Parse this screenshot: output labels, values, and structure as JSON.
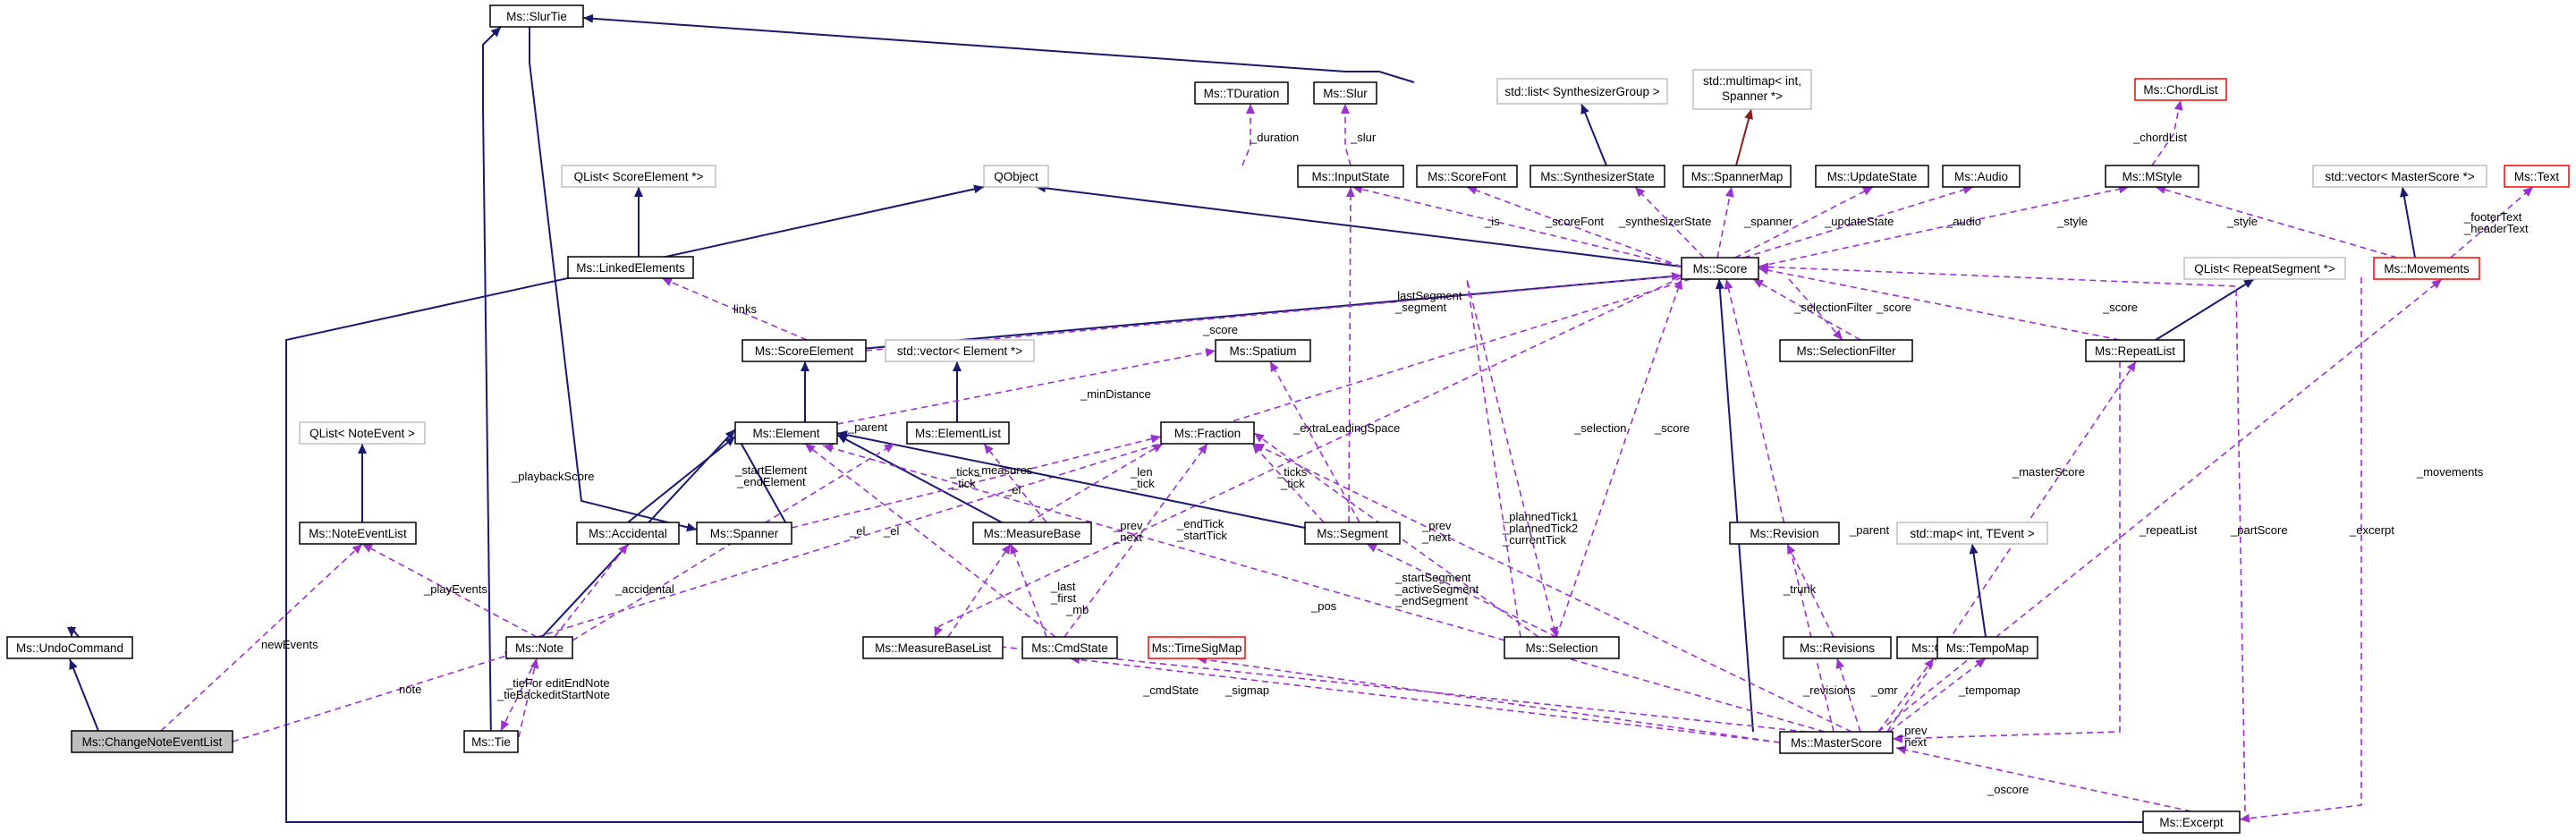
{
  "diagram": {
    "title": "",
    "colors": {
      "inheritance": "#191970",
      "usage": "#9a32cd",
      "template": "#8b1a1a",
      "node_border_default": "#000000",
      "node_border_gray": "#bfbfbf",
      "node_border_red": "#ff0000",
      "node_fill_focus": "#bfbfbf"
    },
    "nodes": [
      {
        "id": "change",
        "label": "Ms::ChangeNoteEventList",
        "style": "focus"
      },
      {
        "id": "undo",
        "label": "Ms::UndoCommand",
        "style": "normal"
      },
      {
        "id": "slurtie",
        "label": "Ms::SlurTie",
        "style": "normal"
      },
      {
        "id": "tduration",
        "label": "Ms::TDuration",
        "style": "normal"
      },
      {
        "id": "slur",
        "label": "Ms::Slur",
        "style": "normal"
      },
      {
        "id": "stdlistsynth",
        "label": "std::list< SynthesizerGroup >",
        "style": "gray"
      },
      {
        "id": "multimap",
        "label": "std::multimap< int,",
        "label2": "Spanner *>",
        "style": "gray"
      },
      {
        "id": "chordlist",
        "label": "Ms::ChordList",
        "style": "red"
      },
      {
        "id": "qlistscore",
        "label": "QList< ScoreElement *>",
        "style": "gray"
      },
      {
        "id": "qobject",
        "label": "QObject",
        "style": "gray"
      },
      {
        "id": "inputstate",
        "label": "Ms::InputState",
        "style": "normal"
      },
      {
        "id": "scorefont",
        "label": "Ms::ScoreFont",
        "style": "normal"
      },
      {
        "id": "synthstate",
        "label": "Ms::SynthesizerState",
        "style": "normal"
      },
      {
        "id": "spannermap",
        "label": "Ms::SpannerMap",
        "style": "normal"
      },
      {
        "id": "updatestate",
        "label": "Ms::UpdateState",
        "style": "normal"
      },
      {
        "id": "audio",
        "label": "Ms::Audio",
        "style": "normal"
      },
      {
        "id": "mstyle",
        "label": "Ms::MStyle",
        "style": "normal"
      },
      {
        "id": "stdvecmaster",
        "label": "std::vector< MasterScore *>",
        "style": "gray"
      },
      {
        "id": "text",
        "label": "Ms::Text",
        "style": "red"
      },
      {
        "id": "linked",
        "label": "Ms::LinkedElements",
        "style": "normal"
      },
      {
        "id": "score",
        "label": "Ms::Score",
        "style": "normal"
      },
      {
        "id": "movements",
        "label": "Ms::Movements",
        "style": "red"
      },
      {
        "id": "scoreelement",
        "label": "Ms::ScoreElement",
        "style": "normal"
      },
      {
        "id": "stdvecelem",
        "label": "std::vector< Element *>",
        "style": "gray"
      },
      {
        "id": "spatium",
        "label": "Ms::Spatium",
        "style": "normal"
      },
      {
        "id": "selfilter",
        "label": "Ms::SelectionFilter",
        "style": "normal"
      },
      {
        "id": "qlistrepeat",
        "label": "QList< RepeatSegment *>",
        "style": "gray"
      },
      {
        "id": "repeatlist",
        "label": "Ms::RepeatList",
        "style": "normal"
      },
      {
        "id": "qlistnote",
        "label": "QList< NoteEvent >",
        "style": "gray"
      },
      {
        "id": "element",
        "label": "Ms::Element",
        "style": "normal"
      },
      {
        "id": "elementlist",
        "label": "Ms::ElementList",
        "style": "normal"
      },
      {
        "id": "fraction",
        "label": "Ms::Fraction",
        "style": "normal"
      },
      {
        "id": "noteevent",
        "label": "Ms::NoteEventList",
        "style": "normal"
      },
      {
        "id": "accidental",
        "label": "Ms::Accidental",
        "style": "normal"
      },
      {
        "id": "spanner",
        "label": "Ms::Spanner",
        "style": "normal"
      },
      {
        "id": "measurebase",
        "label": "Ms::MeasureBase",
        "style": "normal"
      },
      {
        "id": "segment",
        "label": "Ms::Segment",
        "style": "normal"
      },
      {
        "id": "revision",
        "label": "Ms::Revision",
        "style": "normal"
      },
      {
        "id": "stdmaptempo",
        "label": "std::map< int, TEvent >",
        "style": "gray"
      },
      {
        "id": "note",
        "label": "Ms::Note",
        "style": "normal"
      },
      {
        "id": "mblist",
        "label": "Ms::MeasureBaseList",
        "style": "normal"
      },
      {
        "id": "cmdstate",
        "label": "Ms::CmdState",
        "style": "normal"
      },
      {
        "id": "timesig",
        "label": "Ms::TimeSigMap",
        "style": "red"
      },
      {
        "id": "selection",
        "label": "Ms::Selection",
        "style": "normal"
      },
      {
        "id": "revisions",
        "label": "Ms::Revisions",
        "style": "normal"
      },
      {
        "id": "omr",
        "label": "Ms::Omr",
        "style": "normal"
      },
      {
        "id": "tempomap",
        "label": "Ms::TempoMap",
        "style": "normal"
      },
      {
        "id": "tie",
        "label": "Ms::Tie",
        "style": "normal"
      },
      {
        "id": "masterscore",
        "label": "Ms::MasterScore",
        "style": "normal"
      },
      {
        "id": "excerpt",
        "label": "Ms::Excerpt",
        "style": "normal"
      }
    ],
    "edge_labels": [
      {
        "id": "l-duration",
        "text": "_duration"
      },
      {
        "id": "l-slur",
        "text": "_slur"
      },
      {
        "id": "l-chordlist",
        "text": "_chordList"
      },
      {
        "id": "l-is",
        "text": "_is"
      },
      {
        "id": "l-scorefont",
        "text": "_scoreFont"
      },
      {
        "id": "l-synthstate",
        "text": "_synthesizerState"
      },
      {
        "id": "l-spanner",
        "text": "_spanner"
      },
      {
        "id": "l-updatestate",
        "text": "_updateState"
      },
      {
        "id": "l-audio",
        "text": "_audio"
      },
      {
        "id": "l-style1",
        "text": "_style"
      },
      {
        "id": "l-style2",
        "text": "_style"
      },
      {
        "id": "l-footer",
        "text": "_footerText"
      },
      {
        "id": "l-header",
        "text": "_headerText"
      },
      {
        "id": "l-links",
        "text": "links"
      },
      {
        "id": "l-score1",
        "text": "_score"
      },
      {
        "id": "l-laseg",
        "text": "_lastSegment"
      },
      {
        "id": "l-seg",
        "text": "_segment"
      },
      {
        "id": "l-selfilter",
        "text": "_selectionFilter"
      },
      {
        "id": "l-score2",
        "text": "_score"
      },
      {
        "id": "l-score3",
        "text": "_score"
      },
      {
        "id": "l-mindist",
        "text": "_minDistance"
      },
      {
        "id": "l-parent",
        "text": "_parent"
      },
      {
        "id": "l-measures",
        "text": "_measures"
      },
      {
        "id": "l-playback",
        "text": "_playbackScore"
      },
      {
        "id": "l-startel",
        "text": "_startElement"
      },
      {
        "id": "l-endel",
        "text": "_endElement"
      },
      {
        "id": "l-ticks1",
        "text": "_ticks"
      },
      {
        "id": "l-tick1",
        "text": "_tick"
      },
      {
        "id": "l-el1",
        "text": "_el"
      },
      {
        "id": "l-len",
        "text": "_len"
      },
      {
        "id": "l-tick2",
        "text": "_tick"
      },
      {
        "id": "l-extra",
        "text": "_extraLeadingSpace"
      },
      {
        "id": "l-ticks2",
        "text": "_ticks"
      },
      {
        "id": "l-tick3",
        "text": "_tick"
      },
      {
        "id": "l-selection",
        "text": "_selection"
      },
      {
        "id": "l-score4",
        "text": "_score"
      },
      {
        "id": "l-master",
        "text": "_masterScore"
      },
      {
        "id": "l-movements",
        "text": "_movements"
      },
      {
        "id": "l-prev1",
        "text": "_prev"
      },
      {
        "id": "l-next1",
        "text": "_next"
      },
      {
        "id": "l-prev2",
        "text": "_prev"
      },
      {
        "id": "l-next2",
        "text": "_next"
      },
      {
        "id": "l-pt1",
        "text": "_plannedTick1"
      },
      {
        "id": "l-pt2",
        "text": "_plannedTick2"
      },
      {
        "id": "l-ct",
        "text": "_currentTick"
      },
      {
        "id": "l-parent2",
        "text": "_parent"
      },
      {
        "id": "l-endtick",
        "text": "_endTick"
      },
      {
        "id": "l-starttick",
        "text": "_startTick"
      },
      {
        "id": "l-el2",
        "text": "_el"
      },
      {
        "id": "l-el3",
        "text": "_el"
      },
      {
        "id": "l-repeatlist",
        "text": "_repeatList"
      },
      {
        "id": "l-partscore",
        "text": "_partScore"
      },
      {
        "id": "l-excerpt",
        "text": "_excerpt"
      },
      {
        "id": "l-playevents",
        "text": "_playEvents"
      },
      {
        "id": "l-accidental",
        "text": "_accidental"
      },
      {
        "id": "l-last",
        "text": "_last"
      },
      {
        "id": "l-first",
        "text": "_first"
      },
      {
        "id": "l-mb",
        "text": "_mb"
      },
      {
        "id": "l-pos",
        "text": "_pos"
      },
      {
        "id": "l-startseg",
        "text": "_startSegment"
      },
      {
        "id": "l-actseg",
        "text": "_activeSegment"
      },
      {
        "id": "l-endseg",
        "text": "_endSegment"
      },
      {
        "id": "l-trunk",
        "text": "_trunk"
      },
      {
        "id": "l-newevents",
        "text": "newEvents"
      },
      {
        "id": "l-note",
        "text": "note"
      },
      {
        "id": "l-tiefor",
        "text": "_tieFor"
      },
      {
        "id": "l-tieback",
        "text": "_tieBack"
      },
      {
        "id": "l-editend",
        "text": "editEndNote"
      },
      {
        "id": "l-editstart",
        "text": "editStartNote"
      },
      {
        "id": "l-cmdstate",
        "text": "_cmdState"
      },
      {
        "id": "l-sigmap",
        "text": "_sigmap"
      },
      {
        "id": "l-revisions",
        "text": "_revisions"
      },
      {
        "id": "l-omr",
        "text": "_omr"
      },
      {
        "id": "l-tempomap",
        "text": "_tempomap"
      },
      {
        "id": "l-prev3",
        "text": "_prev"
      },
      {
        "id": "l-next3",
        "text": "_next"
      },
      {
        "id": "l-oscore",
        "text": "_oscore"
      }
    ]
  }
}
